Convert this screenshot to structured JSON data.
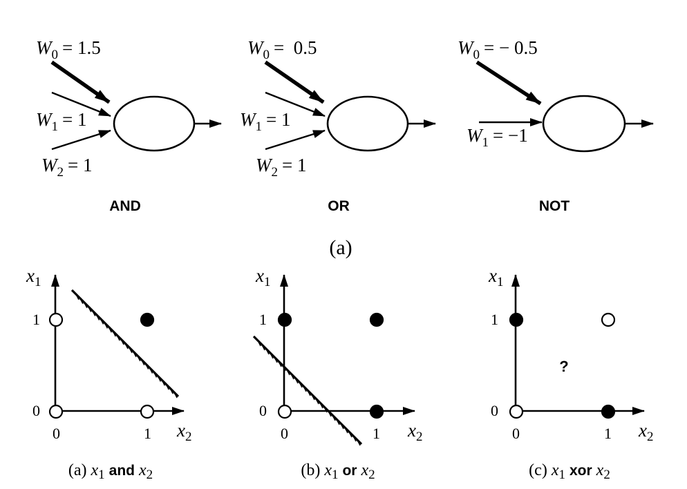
{
  "neurons": [
    {
      "id": "and",
      "gate_label": "AND",
      "inputs": [
        {
          "name": "W",
          "sub": "0",
          "value": "= 1.5",
          "bold": true
        },
        {
          "name": "W",
          "sub": "1",
          "value": "= 1",
          "bold": false
        },
        {
          "name": "W",
          "sub": "2",
          "value": "= 1",
          "bold": false
        }
      ]
    },
    {
      "id": "or",
      "gate_label": "OR",
      "inputs": [
        {
          "name": "W",
          "sub": "0",
          "value": "=  0.5",
          "bold": true
        },
        {
          "name": "W",
          "sub": "1",
          "value": "= 1",
          "bold": false
        },
        {
          "name": "W",
          "sub": "2",
          "value": "= 1",
          "bold": false
        }
      ]
    },
    {
      "id": "not",
      "gate_label": "NOT",
      "inputs": [
        {
          "name": "W",
          "sub": "0",
          "value": "= − 0.5",
          "bold": true
        },
        {
          "name": "W",
          "sub": "1",
          "value": "= −1",
          "bold": false
        }
      ]
    }
  ],
  "section_label": "(a)",
  "plots": [
    {
      "id": "and",
      "x_axis": {
        "name": "x",
        "sub": "2",
        "ticks": [
          "0",
          "1"
        ]
      },
      "y_axis": {
        "name": "x",
        "sub": "1",
        "ticks": [
          "0",
          "1"
        ]
      },
      "points": [
        {
          "x2": 0,
          "x1": 0,
          "filled": false
        },
        {
          "x2": 1,
          "x1": 0,
          "filled": false
        },
        {
          "x2": 0,
          "x1": 1,
          "filled": false
        },
        {
          "x2": 1,
          "x1": 1,
          "filled": true
        }
      ],
      "separator": true,
      "question": "",
      "caption": {
        "prefix": "(a) ",
        "a": "x",
        "a_sub": "1",
        "op": "and",
        "b": "x",
        "b_sub": "2"
      }
    },
    {
      "id": "or",
      "x_axis": {
        "name": "x",
        "sub": "2",
        "ticks": [
          "0",
          "1"
        ]
      },
      "y_axis": {
        "name": "x",
        "sub": "1",
        "ticks": [
          "0",
          "1"
        ]
      },
      "points": [
        {
          "x2": 0,
          "x1": 0,
          "filled": false
        },
        {
          "x2": 1,
          "x1": 0,
          "filled": true
        },
        {
          "x2": 0,
          "x1": 1,
          "filled": true
        },
        {
          "x2": 1,
          "x1": 1,
          "filled": true
        }
      ],
      "separator": true,
      "question": "",
      "caption": {
        "prefix": "(b) ",
        "a": "x",
        "a_sub": "1",
        "op": "or",
        "b": "x",
        "b_sub": "2"
      }
    },
    {
      "id": "xor",
      "x_axis": {
        "name": "x",
        "sub": "2",
        "ticks": [
          "0",
          "1"
        ]
      },
      "y_axis": {
        "name": "x",
        "sub": "1",
        "ticks": [
          "0",
          "1"
        ]
      },
      "points": [
        {
          "x2": 0,
          "x1": 0,
          "filled": false
        },
        {
          "x2": 1,
          "x1": 0,
          "filled": true
        },
        {
          "x2": 0,
          "x1": 1,
          "filled": true
        },
        {
          "x2": 1,
          "x1": 1,
          "filled": false
        }
      ],
      "separator": false,
      "question": "?",
      "caption": {
        "prefix": "(c) ",
        "a": "x",
        "a_sub": "1",
        "op": "xor",
        "b": "x",
        "b_sub": "2"
      }
    }
  ]
}
